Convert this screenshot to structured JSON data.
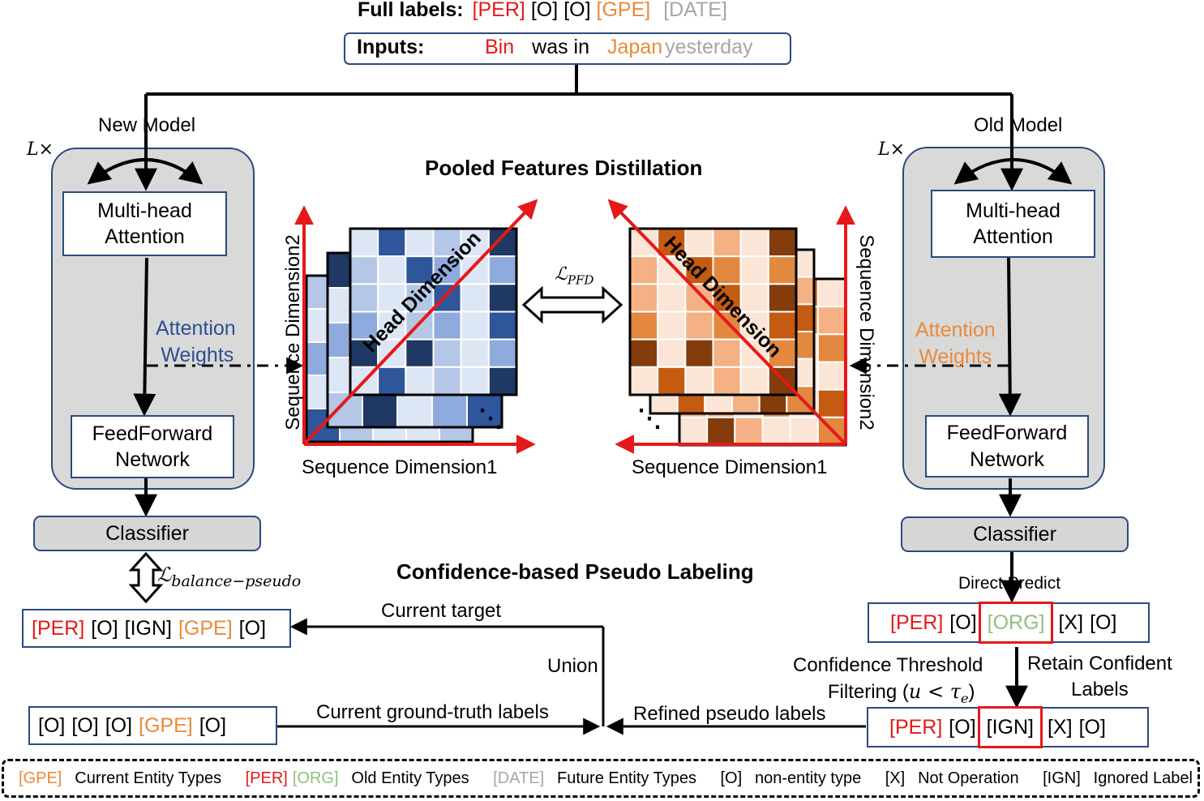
{
  "header": {
    "full_labels_title": "Full labels:",
    "full_labels": [
      {
        "text": "[PER]",
        "color": "#e51919"
      },
      {
        "text": "[O]",
        "color": "#000000"
      },
      {
        "text": "[O]",
        "color": "#000000"
      },
      {
        "text": "[GPE]",
        "color": "#ea8a3a"
      },
      {
        "text": "[DATE]",
        "color": "#a6a6a6"
      }
    ],
    "inputs_title": "Inputs:",
    "input_tokens": [
      {
        "text": "Bin",
        "color": "#e51919"
      },
      {
        "text": "was in",
        "color": "#000000"
      },
      {
        "text": "Japan",
        "color": "#ea8a3a"
      },
      {
        "text": "yesterday",
        "color": "#a6a6a6"
      }
    ]
  },
  "new_model": {
    "title": "New Model",
    "repeat": "L×",
    "attention_line1": "Multi-head",
    "attention_line2": "Attention",
    "weights_line1": "Attention",
    "weights_line2": "Weights",
    "ffn_line1": "FeedForward",
    "ffn_line2": "Network",
    "classifier": "Classifier",
    "weights_color": "#2f4e8f"
  },
  "old_model": {
    "title": "Old Model",
    "repeat": "L×",
    "attention_line1": "Multi-head",
    "attention_line2": "Attention",
    "weights_line1": "Attention",
    "weights_line2": "Weights",
    "ffn_line1": "FeedForward",
    "ffn_line2": "Network",
    "classifier": "Classifier",
    "weights_color": "#ea8a3a"
  },
  "distillation": {
    "title": "Pooled Features Distillation",
    "loss": "ℒ",
    "loss_sub": "PFD",
    "left_y_axis": "Sequence Dimension2",
    "left_x_axis": "Sequence Dimension1",
    "left_diag": "Head Dimension",
    "right_y_axis": "Sequence Dimension2",
    "right_x_axis": "Sequence Dimension1",
    "right_diag": "Head Dimension",
    "ellipsis": "⋱"
  },
  "pseudo": {
    "title": "Confidence-based Pseudo Labeling",
    "loss": "ℒ",
    "loss_sub": "balance−pseudo",
    "current_target_label": "Current target",
    "union_label": "Union",
    "gt_label": "Current ground-truth labels",
    "refined_label": "Refined pseudo labels",
    "direct_predict": "Direct Predict",
    "threshold_line1": "Confidence Threshold",
    "threshold_line2": "Filtering (",
    "threshold_math": "u < τ",
    "threshold_math_sub": "e",
    "threshold_close": ")",
    "retain_line1": "Retain Confident",
    "retain_line2": "Labels",
    "current_target_row": [
      {
        "text": "[PER]",
        "color": "#e51919"
      },
      {
        "text": "[O]",
        "color": "#000000"
      },
      {
        "text": "[IGN]",
        "color": "#000000"
      },
      {
        "text": "[GPE]",
        "color": "#ea8a3a"
      },
      {
        "text": "[O]",
        "color": "#000000"
      }
    ],
    "gt_row": [
      {
        "text": "[O]",
        "color": "#000000"
      },
      {
        "text": "[O]",
        "color": "#000000"
      },
      {
        "text": "[O]",
        "color": "#000000"
      },
      {
        "text": "[GPE]",
        "color": "#ea8a3a"
      },
      {
        "text": "[O]",
        "color": "#000000"
      }
    ],
    "predict_row": {
      "before": [
        {
          "text": "[PER]",
          "color": "#e51919"
        },
        {
          "text": "[O]",
          "color": "#000000"
        }
      ],
      "highlight": {
        "text": "[ORG]",
        "color": "#8ec07c"
      },
      "after": [
        {
          "text": "[X]",
          "color": "#000000"
        },
        {
          "text": "[O]",
          "color": "#000000"
        }
      ]
    },
    "refined_row": {
      "before": [
        {
          "text": "[PER]",
          "color": "#e51919"
        },
        {
          "text": "[O]",
          "color": "#000000"
        }
      ],
      "highlight": {
        "text": "[IGN]",
        "color": "#000000"
      },
      "after": [
        {
          "text": "[X]",
          "color": "#000000"
        },
        {
          "text": "[O]",
          "color": "#000000"
        }
      ]
    }
  },
  "legend": [
    {
      "tag": "[GPE]",
      "tag_color": "#ea8a3a",
      "desc": "Current Entity Types"
    },
    {
      "tag": "[PER]",
      "tag_color": "#e51919",
      "tag2": "[ORG]",
      "tag2_color": "#8ec07c",
      "desc": "Old Entity Types"
    },
    {
      "tag": "[DATE]",
      "tag_color": "#a6a6a6",
      "desc": "Future Entity Types"
    },
    {
      "tag": "[O]",
      "tag_color": "#000000",
      "desc": "non-entity type"
    },
    {
      "tag": "[X]",
      "tag_color": "#000000",
      "desc": "Not Operation"
    },
    {
      "tag": "[IGN]",
      "tag_color": "#000000",
      "desc": "Ignored Label"
    }
  ],
  "colors": {
    "blue_shades": [
      "#dde6f5",
      "#b4c7e7",
      "#8faadc",
      "#2f559a",
      "#1f3864"
    ],
    "orange_shades": [
      "#fbe5d6",
      "#f4b183",
      "#e2883f",
      "#c55a11",
      "#843c0c"
    ],
    "arrow_red": "#e51919",
    "box_border": "#2b4a7f",
    "model_bg": "#d9d9d9"
  }
}
